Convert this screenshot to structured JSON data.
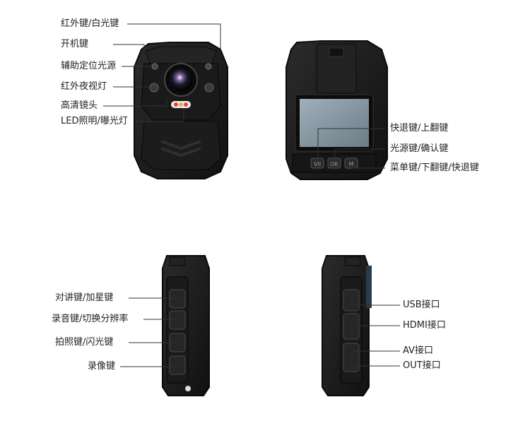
{
  "front_labels": [
    {
      "text": "红外键/白光键"
    },
    {
      "text": "开机键"
    },
    {
      "text": "辅助定位光源"
    },
    {
      "text": "红外夜视灯"
    },
    {
      "text": "高清镜头"
    },
    {
      "text": "LED照明/曝光灯"
    }
  ],
  "back_labels": [
    {
      "text": "快退键/上翻键"
    },
    {
      "text": "光源键/确认键"
    },
    {
      "text": "菜单键/下翻键/快退键"
    }
  ],
  "left_side_labels": [
    {
      "text": "对讲键/加星键"
    },
    {
      "text": "录音键/切换分辨率"
    },
    {
      "text": "拍照键/闪光键"
    },
    {
      "text": "录像键"
    }
  ],
  "right_side_labels": [
    {
      "text": "USB接口"
    },
    {
      "text": "HDMI接口"
    },
    {
      "text": "AV接口"
    },
    {
      "text": "OUT接口"
    }
  ],
  "back_buttons": {
    "b1": "VII",
    "b2": "OK",
    "b3": "M"
  },
  "colors": {
    "body": "#1d1d1d",
    "body_dark": "#0e0e0e",
    "screen": "#8a9aa4",
    "line": "#333333",
    "led_red": "#e04a3a",
    "led_amber": "#e8b24a"
  }
}
